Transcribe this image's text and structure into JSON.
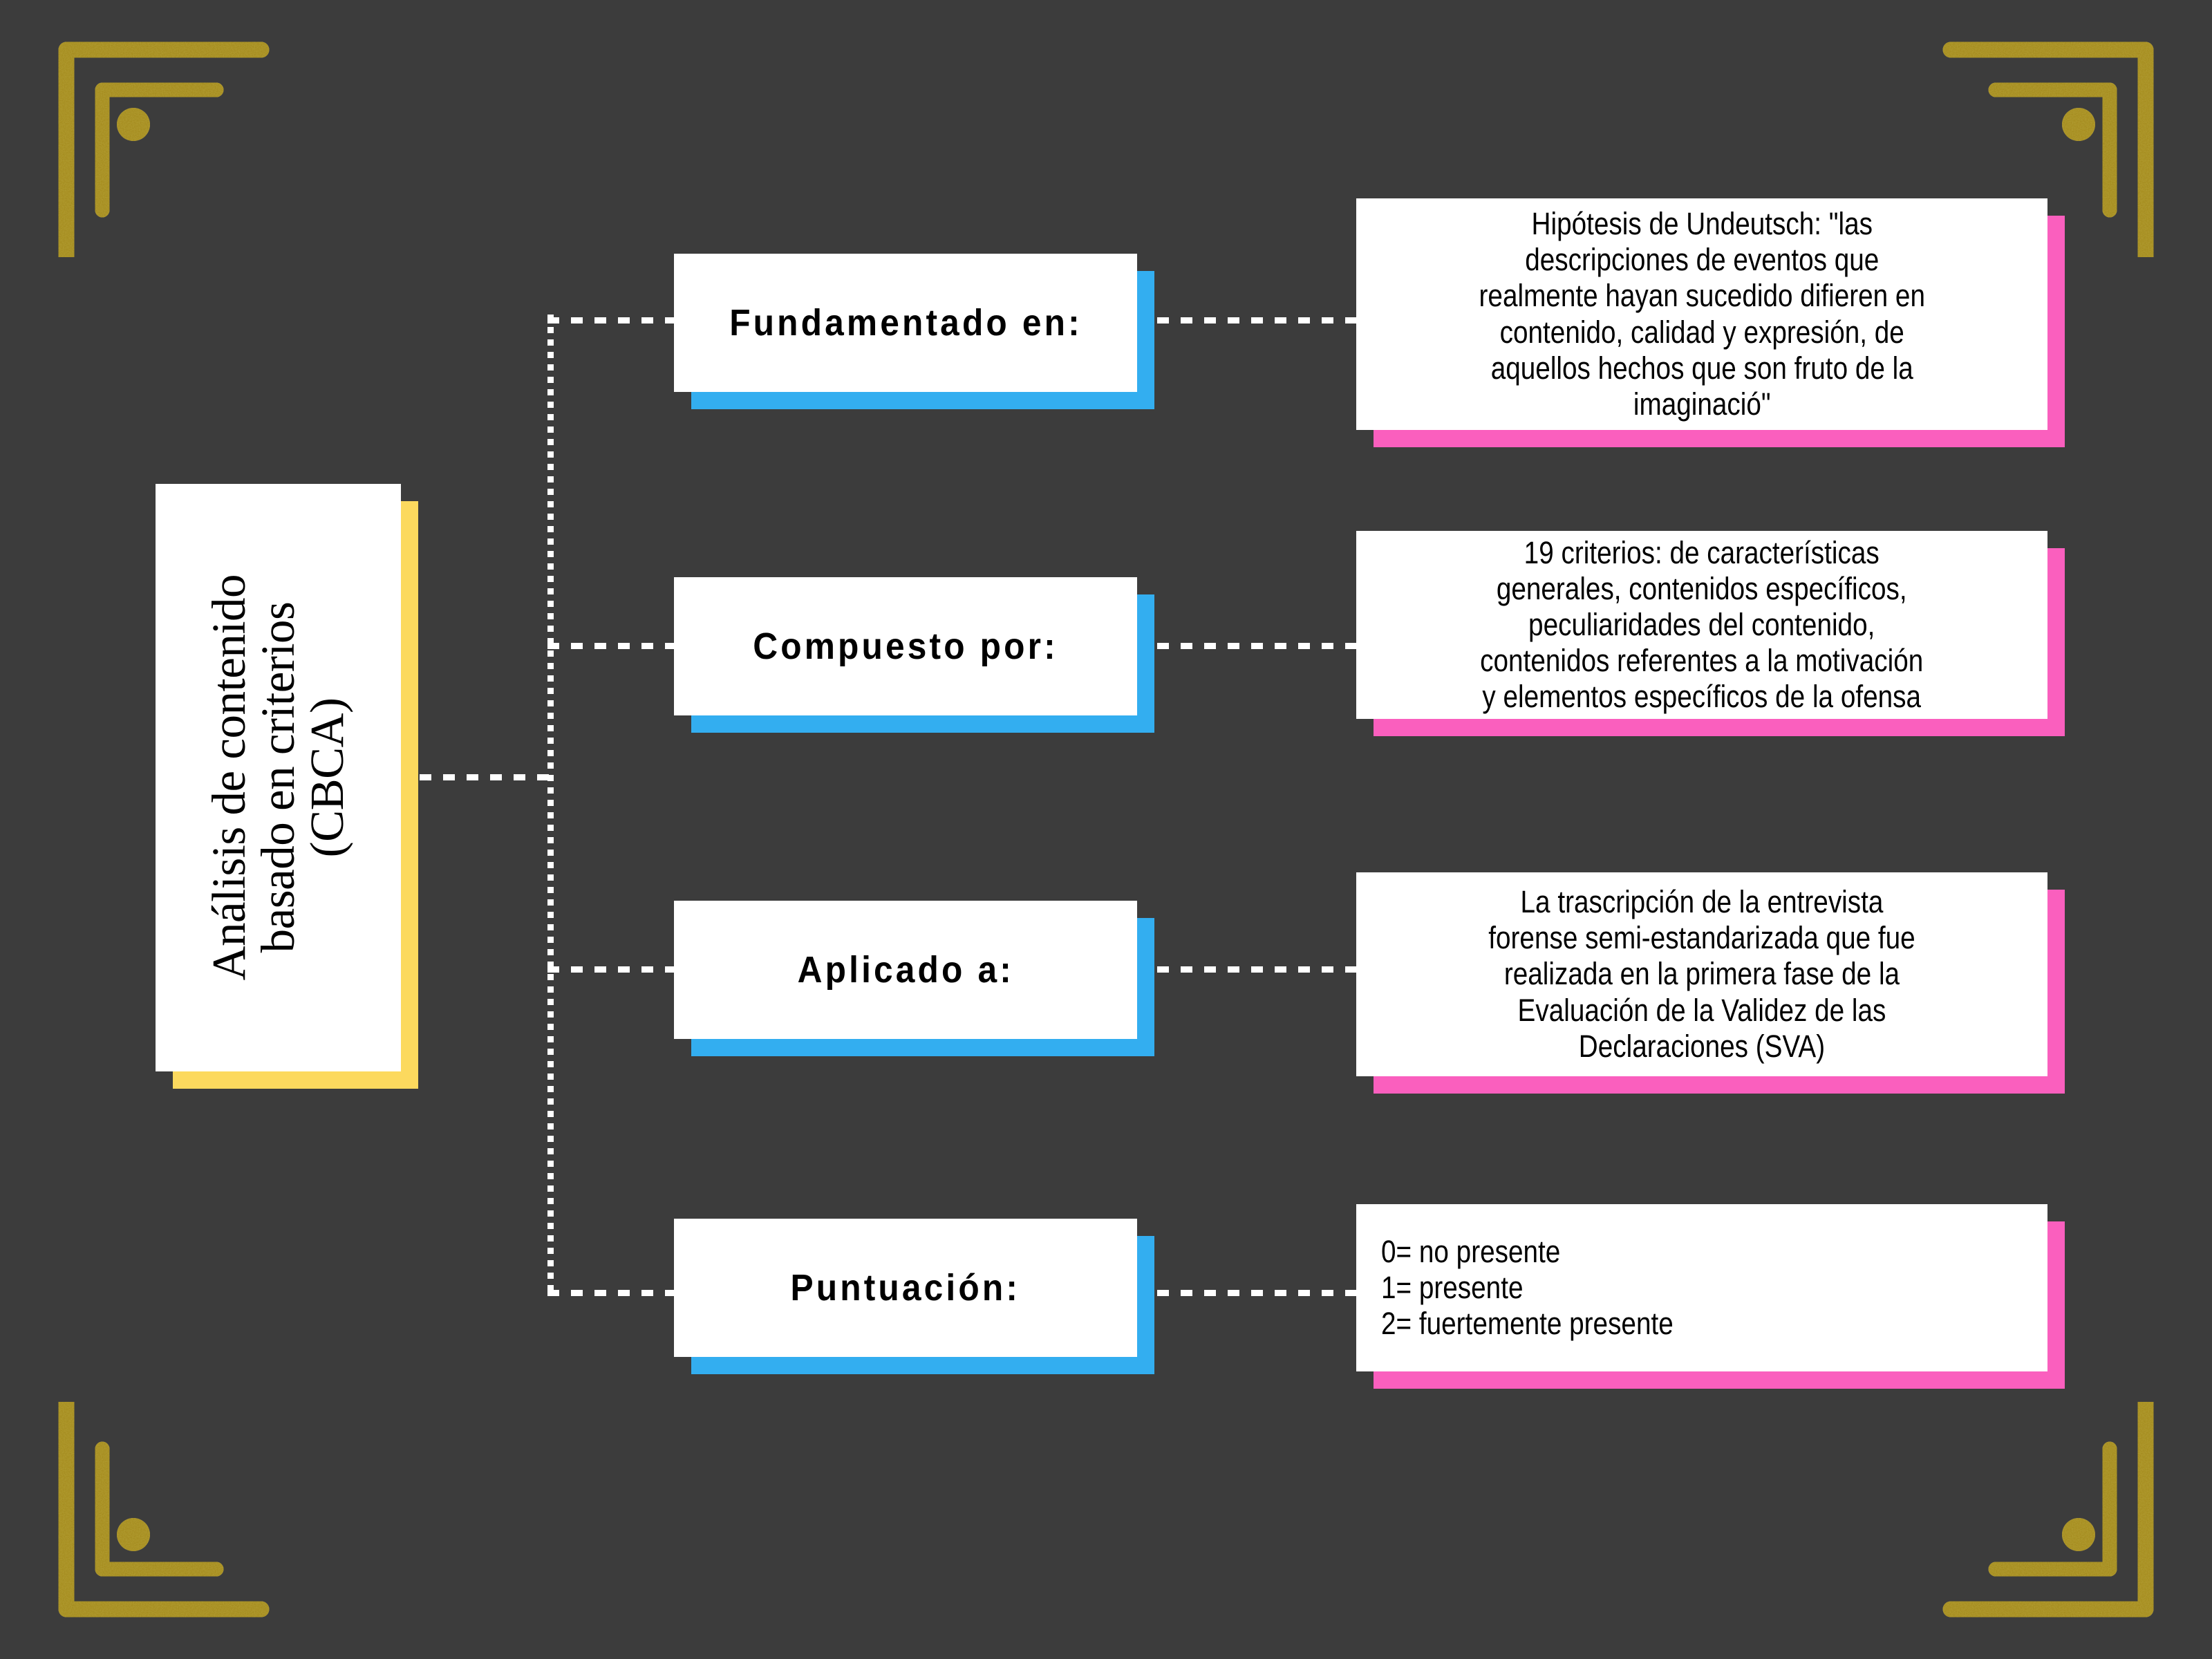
{
  "theme": {
    "background": "#3c3c3c",
    "card_surface": "#ffffff",
    "root_accent": "#fcd95e",
    "label_accent": "#33aef0",
    "content_accent": "#fa5fbe",
    "connector": "#ffffff",
    "ornament_gold": "#b8a33a"
  },
  "root": {
    "title": "Análisis de contenido\nbasado en criterios\n(CBCA)"
  },
  "branches": [
    {
      "label": "Fundamentado en:",
      "content": "Hipótesis de Undeutsch: \"las\ndescripciones de eventos que\nrealmente hayan sucedido difieren en\ncontenido, calidad y expresión, de\naquellos hechos que son fruto de la\nimaginació\""
    },
    {
      "label": "Compuesto por:",
      "content": "19 criterios: de características\ngenerales, contenidos específicos,\npeculiaridades del contenido,\ncontenidos referentes a la motivación\ny elementos específicos de la ofensa"
    },
    {
      "label": "Aplicado a:",
      "content": "La trascripción de la entrevista\nforense semi-estandarizada que fue\nrealizada en la primera fase de la\nEvaluación de la Validez de las\nDeclaraciones (SVA)"
    },
    {
      "label": "Puntuación:",
      "content": "0= no presente\n1= presente\n2= fuertemente presente"
    }
  ],
  "ornaments": {
    "top_left": "gold-glitter-corner-bracket",
    "top_right": "gold-glitter-corner-bracket",
    "bottom_left": "gold-glitter-corner-bracket",
    "bottom_right": "gold-glitter-corner-bracket"
  }
}
